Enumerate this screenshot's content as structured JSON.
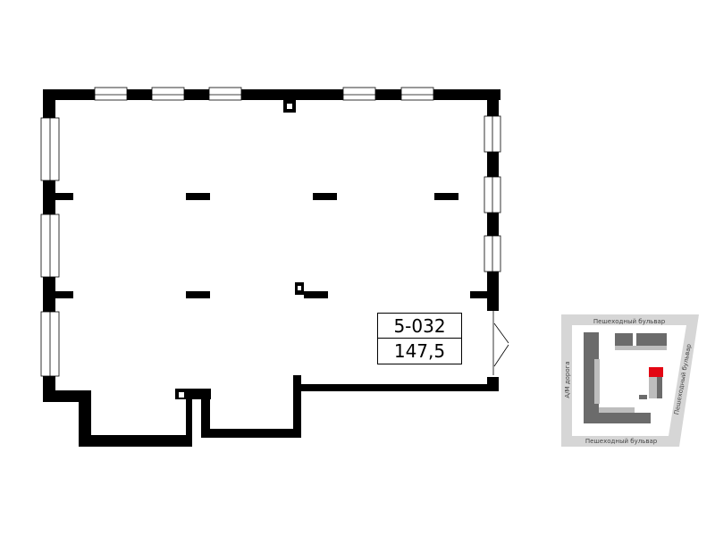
{
  "unit": {
    "number": "5-032",
    "area": "147,5"
  },
  "site_map": {
    "top_street": "Пешеходный бульвар",
    "bottom_street": "Пешеходный бульвар",
    "right_street": "Пешеходный бульвар",
    "left_road": "А/М дорога",
    "highlight_color": "#e30613"
  },
  "colors": {
    "wall": "#000000",
    "map_road": "#d6d6d6",
    "map_building_dark": "#6b6b6b",
    "map_building_light": "#bdbdbd"
  }
}
